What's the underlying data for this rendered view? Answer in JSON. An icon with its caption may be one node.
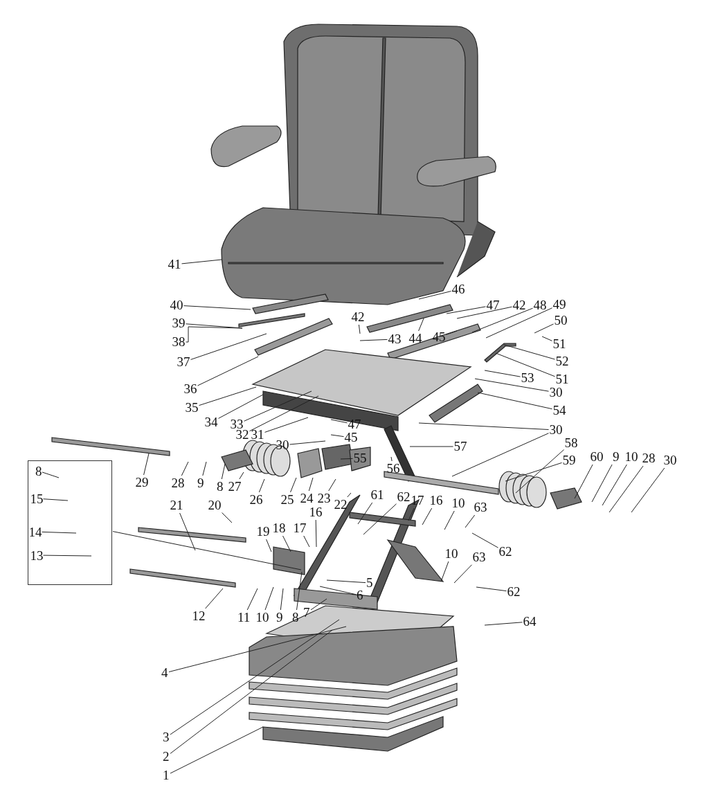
{
  "diagram": {
    "nodes": [
      {
        "text": [
          "41"
        ]
      },
      {
        "text": [
          "40"
        ]
      },
      {
        "text": [
          "46"
        ]
      },
      {
        "text": [
          "47"
        ]
      },
      {
        "text": [
          "42"
        ]
      },
      {
        "text": [
          "48"
        ]
      },
      {
        "text": [
          "49"
        ]
      },
      {
        "text": [
          "42"
        ]
      },
      {
        "text": [
          "39"
        ]
      },
      {
        "text": [
          "50"
        ]
      },
      {
        "text": [
          "51"
        ]
      },
      {
        "text": [
          "45"
        ]
      },
      {
        "text": [
          "44"
        ]
      },
      {
        "text": [
          "43"
        ]
      },
      {
        "text": [
          "38"
        ]
      },
      {
        "text": [
          "37"
        ]
      },
      {
        "text": [
          "52"
        ]
      },
      {
        "text": [
          "36"
        ]
      },
      {
        "text": [
          "51"
        ]
      },
      {
        "text": [
          "53"
        ]
      },
      {
        "text": [
          "35"
        ]
      },
      {
        "text": [
          "30"
        ]
      },
      {
        "text": [
          "54"
        ]
      },
      {
        "text": [
          "34"
        ]
      },
      {
        "text": [
          "33"
        ]
      },
      {
        "text": [
          "47"
        ]
      },
      {
        "text": [
          "30"
        ]
      },
      {
        "text": [
          "32"
        ]
      },
      {
        "text": [
          "31"
        ]
      },
      {
        "text": [
          "45"
        ]
      },
      {
        "text": [
          "30"
        ]
      },
      {
        "text": [
          "57"
        ]
      },
      {
        "text": [
          "55"
        ]
      },
      {
        "text": [
          "58"
        ]
      },
      {
        "text": [
          "59"
        ]
      },
      {
        "text": [
          "60"
        ]
      },
      {
        "text": [
          "9"
        ]
      },
      {
        "text": [
          "10"
        ]
      },
      {
        "text": [
          "28"
        ]
      },
      {
        "text": [
          "30"
        ]
      },
      {
        "text": [],
        "shape": "box"
      },
      {
        "text": [
          "8"
        ],
        "in": 40
      },
      {
        "text": [
          "15"
        ],
        "in": 40
      },
      {
        "text": [
          "14"
        ],
        "in": 40
      },
      {
        "text": [
          "13"
        ],
        "in": 40
      },
      {
        "text": [
          "56"
        ]
      },
      {
        "text": [
          "29"
        ]
      },
      {
        "text": [
          "28"
        ]
      },
      {
        "text": [
          "9"
        ]
      },
      {
        "text": [
          "8"
        ]
      },
      {
        "text": [
          "27"
        ]
      },
      {
        "text": [
          "26"
        ]
      },
      {
        "text": [
          "25"
        ]
      },
      {
        "text": [
          "24"
        ]
      },
      {
        "text": [
          "23"
        ]
      },
      {
        "text": [
          "22"
        ]
      },
      {
        "text": [
          "61"
        ]
      },
      {
        "text": [
          "62"
        ]
      },
      {
        "text": [
          "17"
        ]
      },
      {
        "text": [
          "16"
        ]
      },
      {
        "text": [
          "10"
        ]
      },
      {
        "text": [
          "63"
        ]
      },
      {
        "text": [
          "21"
        ]
      },
      {
        "text": [
          "20"
        ]
      },
      {
        "text": [
          "19"
        ]
      },
      {
        "text": [
          "18"
        ]
      },
      {
        "text": [
          "17"
        ]
      },
      {
        "text": [
          "16"
        ]
      },
      {
        "text": [
          "62"
        ]
      },
      {
        "text": [
          "10"
        ]
      },
      {
        "text": [
          "63"
        ]
      },
      {
        "text": [
          "5"
        ]
      },
      {
        "text": [
          "6"
        ]
      },
      {
        "text": [
          "62"
        ]
      },
      {
        "text": [
          "12"
        ]
      },
      {
        "text": [
          "11"
        ]
      },
      {
        "text": [
          "10"
        ]
      },
      {
        "text": [
          "9"
        ]
      },
      {
        "text": [
          "8"
        ]
      },
      {
        "text": [
          "7"
        ]
      },
      {
        "text": [
          "64"
        ]
      },
      {
        "text": [
          "4"
        ]
      },
      {
        "text": [
          "3"
        ]
      },
      {
        "text": [
          "2"
        ]
      },
      {
        "text": [
          "1"
        ]
      }
    ],
    "edges": [
      {
        "from": 0,
        "to": null,
        "arrow": "none"
      },
      {
        "from": 1,
        "to": null,
        "arrow": "none"
      },
      {
        "from": 2,
        "to": null,
        "arrow": "none"
      },
      {
        "from": 3,
        "to": null,
        "arrow": "none"
      },
      {
        "from": 4,
        "to": null,
        "arrow": "none"
      },
      {
        "from": 5,
        "to": null,
        "arrow": "none"
      },
      {
        "from": 6,
        "to": null,
        "arrow": "none"
      },
      {
        "from": 7,
        "to": null,
        "arrow": "none"
      },
      {
        "from": 8,
        "to": null,
        "arrow": "none"
      },
      {
        "from": 9,
        "to": null,
        "arrow": "none"
      },
      {
        "from": 10,
        "to": null,
        "arrow": "none"
      },
      {
        "from": 11,
        "to": null,
        "arrow": "none"
      },
      {
        "from": 12,
        "to": null,
        "arrow": "none"
      },
      {
        "from": 13,
        "to": null,
        "arrow": "none"
      },
      {
        "from": 14,
        "to": null,
        "arrow": "none"
      },
      {
        "from": 15,
        "to": null,
        "arrow": "none"
      },
      {
        "from": 16,
        "to": null,
        "arrow": "none"
      },
      {
        "from": 17,
        "to": null,
        "arrow": "none"
      },
      {
        "from": 18,
        "to": null,
        "arrow": "none"
      },
      {
        "from": 19,
        "to": null,
        "arrow": "none"
      },
      {
        "from": 20,
        "to": null,
        "arrow": "none"
      },
      {
        "from": 21,
        "to": null,
        "arrow": "none"
      },
      {
        "from": 22,
        "to": null,
        "arrow": "none"
      },
      {
        "from": 23,
        "to": null,
        "arrow": "none"
      },
      {
        "from": 24,
        "to": null,
        "arrow": "none"
      },
      {
        "from": 25,
        "to": null,
        "arrow": "none"
      },
      {
        "from": 26,
        "to": null,
        "arrow": "none"
      },
      {
        "from": 26,
        "to": null,
        "arrow": "none"
      },
      {
        "from": 27,
        "to": null,
        "arrow": "none"
      },
      {
        "from": 28,
        "to": null,
        "arrow": "none"
      },
      {
        "from": 29,
        "to": null,
        "arrow": "none"
      },
      {
        "from": 30,
        "to": null,
        "arrow": "none"
      },
      {
        "from": 31,
        "to": null,
        "arrow": "none"
      },
      {
        "from": 32,
        "to": null,
        "arrow": "none"
      },
      {
        "from": 33,
        "to": null,
        "arrow": "none"
      },
      {
        "from": 34,
        "to": null,
        "arrow": "none"
      },
      {
        "from": 35,
        "to": null,
        "arrow": "none"
      },
      {
        "from": 36,
        "to": null,
        "arrow": "none"
      },
      {
        "from": 37,
        "to": null,
        "arrow": "none"
      },
      {
        "from": 38,
        "to": null,
        "arrow": "none"
      },
      {
        "from": 39,
        "to": null,
        "arrow": "none"
      },
      {
        "from": 40,
        "to": null,
        "arrow": "none"
      },
      {
        "from": 41,
        "to": null,
        "arrow": "none"
      },
      {
        "from": 42,
        "to": null,
        "arrow": "none"
      },
      {
        "from": 43,
        "to": null,
        "arrow": "none"
      },
      {
        "from": 44,
        "to": null,
        "arrow": "none"
      },
      {
        "from": 45,
        "to": null,
        "arrow": "none"
      },
      {
        "from": 46,
        "to": null,
        "arrow": "none"
      },
      {
        "from": 47,
        "to": null,
        "arrow": "none"
      },
      {
        "from": 48,
        "to": null,
        "arrow": "none"
      },
      {
        "from": 49,
        "to": null,
        "arrow": "none"
      },
      {
        "from": 50,
        "to": null,
        "arrow": "none"
      },
      {
        "from": 51,
        "to": null,
        "arrow": "none"
      },
      {
        "from": 52,
        "to": null,
        "arrow": "none"
      },
      {
        "from": 53,
        "to": null,
        "arrow": "none"
      },
      {
        "from": 54,
        "to": null,
        "arrow": "none"
      },
      {
        "from": 55,
        "to": null,
        "arrow": "none"
      },
      {
        "from": 56,
        "to": null,
        "arrow": "none"
      },
      {
        "from": 57,
        "to": null,
        "arrow": "none"
      },
      {
        "from": 58,
        "to": null,
        "arrow": "none"
      },
      {
        "from": 59,
        "to": null,
        "arrow": "none"
      },
      {
        "from": 60,
        "to": null,
        "arrow": "none"
      },
      {
        "from": 61,
        "to": null,
        "arrow": "none"
      },
      {
        "from": 62,
        "to": null,
        "arrow": "none"
      },
      {
        "from": 63,
        "to": null,
        "arrow": "none"
      },
      {
        "from": 64,
        "to": null,
        "arrow": "none"
      },
      {
        "from": 65,
        "to": null,
        "arrow": "none"
      },
      {
        "from": 66,
        "to": null,
        "arrow": "none"
      },
      {
        "from": 67,
        "to": null,
        "arrow": "none"
      },
      {
        "from": 68,
        "to": null,
        "arrow": "none"
      },
      {
        "from": 69,
        "to": null,
        "arrow": "none"
      },
      {
        "from": 70,
        "to": null,
        "arrow": "none"
      },
      {
        "from": 71,
        "to": null,
        "arrow": "none"
      },
      {
        "from": 72,
        "to": null,
        "arrow": "none"
      },
      {
        "from": 73,
        "to": null,
        "arrow": "none"
      },
      {
        "from": 74,
        "to": null,
        "arrow": "none"
      },
      {
        "from": 75,
        "to": null,
        "arrow": "none"
      },
      {
        "from": 76,
        "to": null,
        "arrow": "none"
      },
      {
        "from": 77,
        "to": null,
        "arrow": "none"
      },
      {
        "from": 78,
        "to": null,
        "arrow": "none"
      },
      {
        "from": 79,
        "to": null,
        "arrow": "none"
      },
      {
        "from": 80,
        "to": null,
        "arrow": "none"
      },
      {
        "from": 81,
        "to": null,
        "arrow": "none"
      },
      {
        "from": 82,
        "to": null,
        "arrow": "none"
      },
      {
        "from": 83,
        "to": null,
        "arrow": "none"
      },
      {
        "from": 84,
        "to": null,
        "arrow": "none"
      }
    ]
  }
}
